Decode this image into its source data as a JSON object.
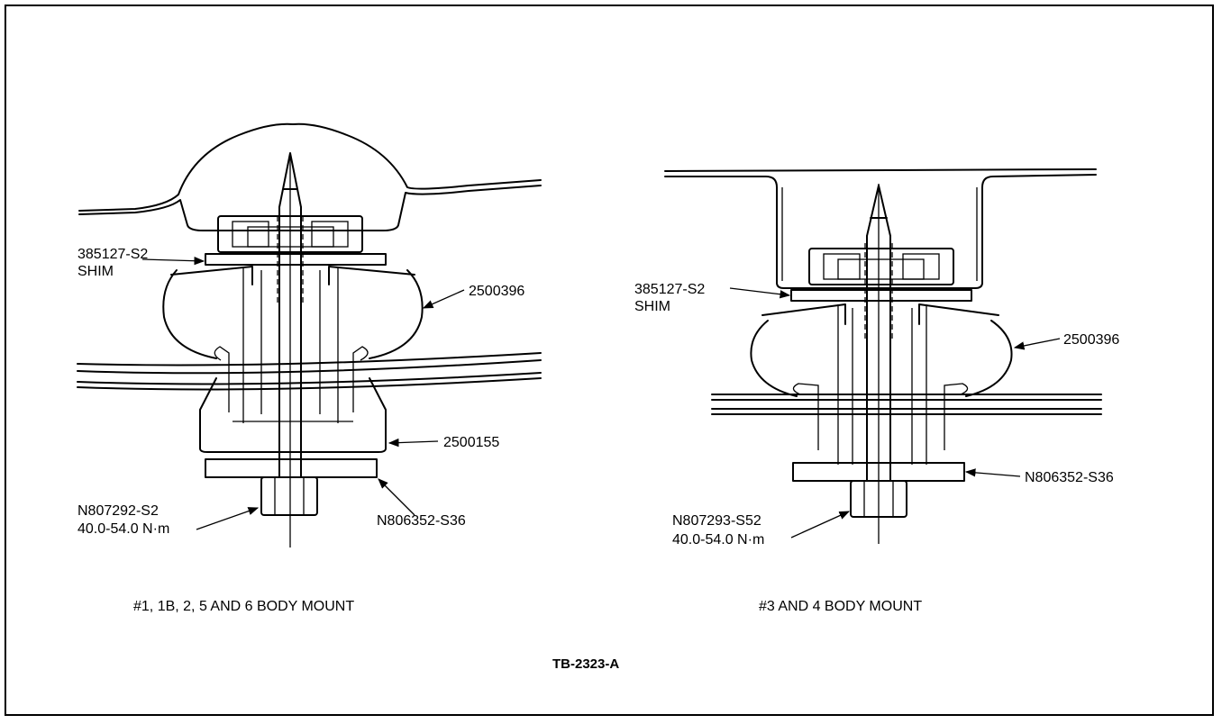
{
  "left_view": {
    "shim_part": "385127-S2",
    "shim_word": "SHIM",
    "insulator_part": "2500396",
    "lower_insulator_part": "2500155",
    "washer_part": "N806352-S36",
    "bolt_part": "N807292-S2",
    "bolt_torque": "40.0-54.0 N·m",
    "caption": "#1, 1B, 2, 5 AND 6 BODY MOUNT"
  },
  "right_view": {
    "shim_part": "385127-S2",
    "shim_word": "SHIM",
    "insulator_part": "2500396",
    "washer_part": "N806352-S36",
    "bolt_part": "N807293-S52",
    "bolt_torque": "40.0-54.0 N·m",
    "caption": "#3 AND 4 BODY MOUNT"
  },
  "figure_ref": "TB-2323-A"
}
